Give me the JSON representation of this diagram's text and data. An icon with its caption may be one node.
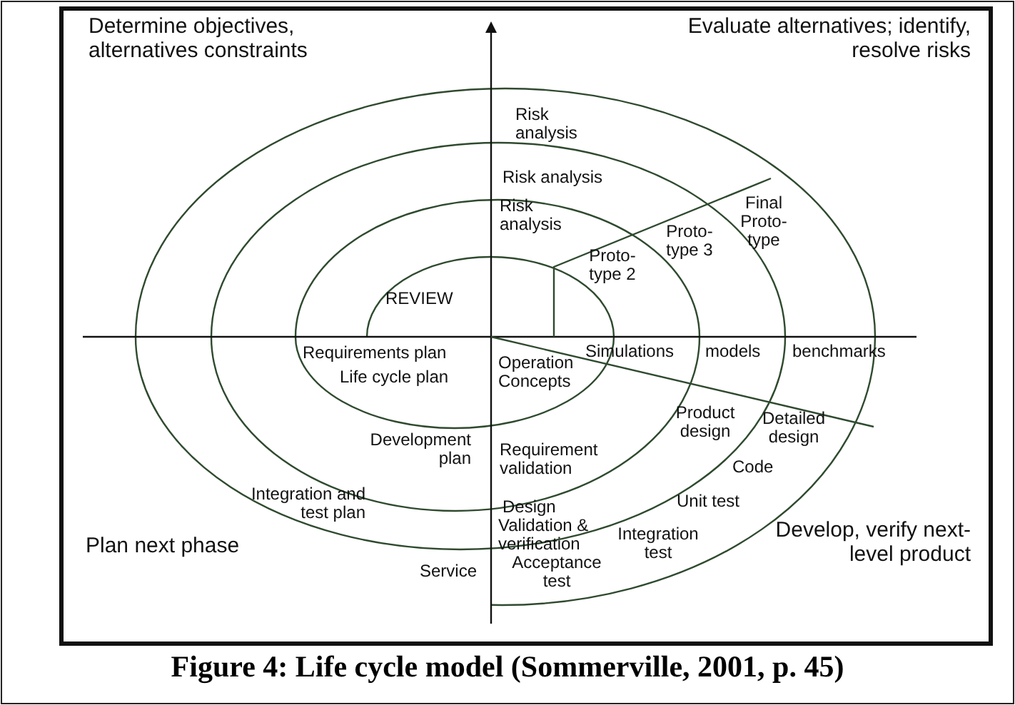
{
  "diagram": {
    "caption": "Figure 4: Life cycle model (Sommerville, 2001, p. 45)",
    "labels": [
      "Determine objectives, alternatives constraints",
      "Evaluate alternatives; identify, resolve risks",
      "Risk analysis",
      "Risk analysis",
      "Risk analysis",
      "Proto- type 2",
      "Proto- type 3",
      "Final Proto- type",
      "REVIEW",
      "Requirements plan",
      "Simulations",
      "models",
      "benchmarks",
      "Life cycle plan",
      "Operation Concepts",
      "Product design",
      "Detailed design",
      "Development plan",
      "Requirement validation",
      "Code",
      "Integration and test plan",
      "Design",
      "Unit test",
      "Validation & verification",
      "Plan next phase",
      "Integration test",
      "Develop, verify next-level product",
      "Acceptance test",
      "Service"
    ]
  }
}
